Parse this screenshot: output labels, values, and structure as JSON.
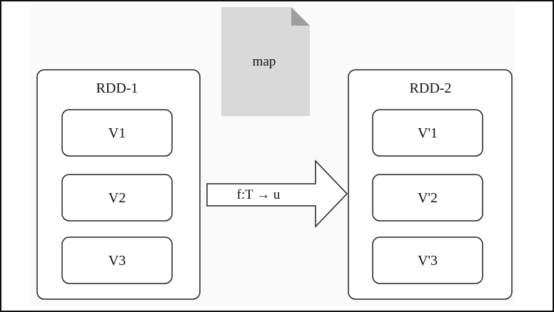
{
  "document": {
    "label": "map"
  },
  "rdd_left": {
    "title": "RDD-1",
    "items": [
      "V1",
      "V2",
      "V3"
    ]
  },
  "rdd_right": {
    "title": "RDD-2",
    "items": [
      "V'1",
      "V'2",
      "V'3"
    ]
  },
  "arrow": {
    "label": "f:T → u"
  },
  "colors": {
    "document_fill": "#d9d9d9",
    "document_fold": "#9e9e9e",
    "stroke": "#222222"
  }
}
